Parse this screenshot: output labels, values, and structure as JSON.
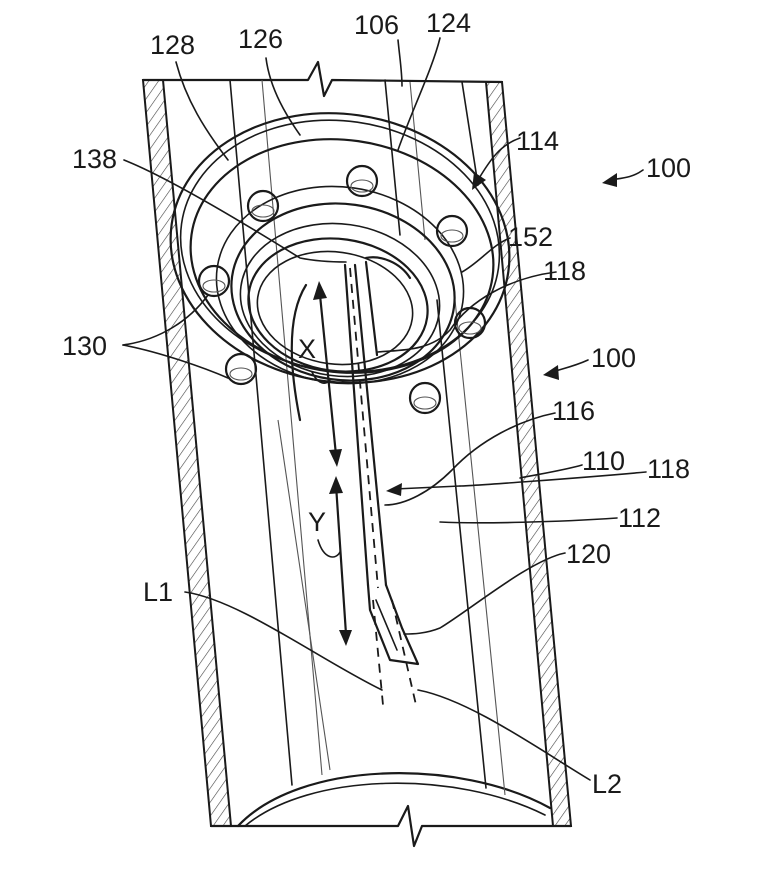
{
  "reference_labels": {
    "r128": "128",
    "r126": "126",
    "r106": "106",
    "r124": "124",
    "r138": "138",
    "r114": "114",
    "r100a": "100",
    "r152": "152",
    "r118a": "118",
    "r130": "130",
    "r100b": "100",
    "r116": "116",
    "r110": "110",
    "r118b": "118",
    "r112": "112",
    "r120": "120",
    "rL1": "L1",
    "rL2": "L2"
  },
  "axis_labels": {
    "x": "X",
    "y": "Y"
  }
}
